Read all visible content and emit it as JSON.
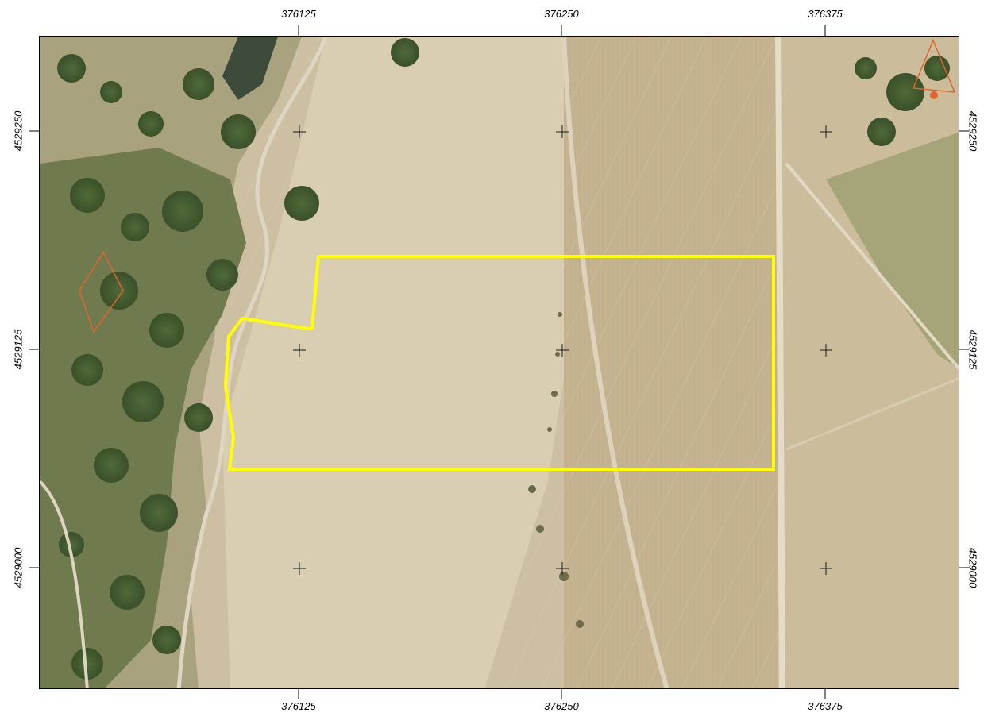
{
  "map": {
    "x_ticks": [
      {
        "value": "376125"
      },
      {
        "value": "376250"
      },
      {
        "value": "376375"
      }
    ],
    "y_ticks": [
      {
        "value": "4529250"
      },
      {
        "value": "4529125"
      },
      {
        "value": "4529000"
      }
    ],
    "parcel_outline_color": "#ffff00",
    "secondary_outline_color": "#e0662e",
    "grid_cross_color": "#1a1a1a"
  }
}
